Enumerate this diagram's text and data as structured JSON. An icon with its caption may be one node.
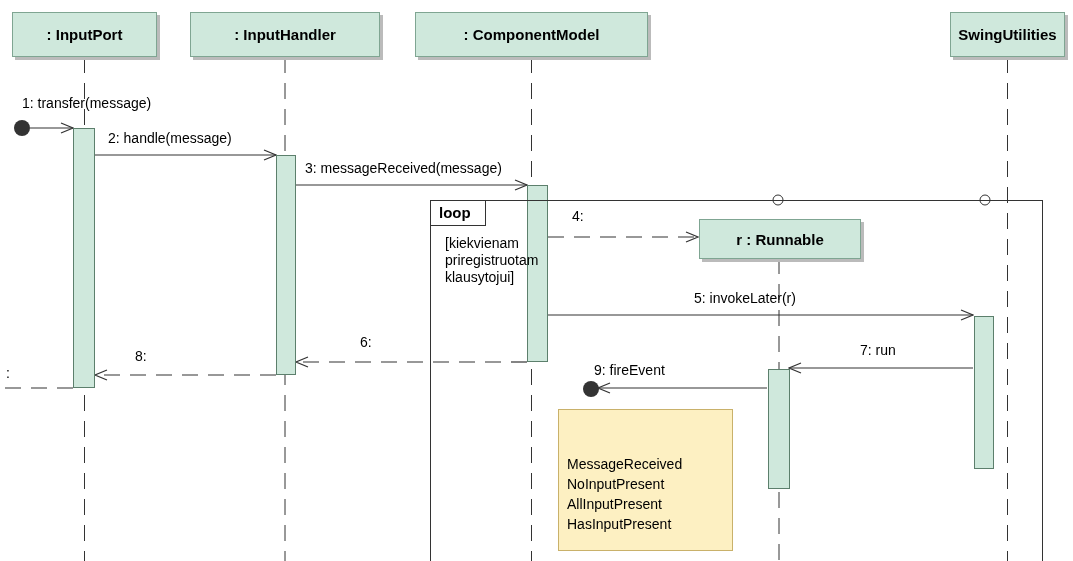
{
  "diagram": {
    "nodes": [
      {
        "text": [
          ": InputPort"
        ]
      },
      {
        "text": [
          ": InputHandler"
        ]
      },
      {
        "text": [
          ": ComponentModel"
        ]
      },
      {
        "text": [
          "SwingUtilities"
        ]
      },
      {
        "text": [
          "loop",
          "[kiekvienam priregistruotam klausytojui]"
        ]
      },
      {
        "text": [
          "r : Runnable"
        ],
        "in": 4
      },
      {
        "text": [],
        "shape": "circle"
      },
      {
        "text": [],
        "shape": "bar"
      },
      {
        "text": [],
        "shape": "bar"
      },
      {
        "text": [],
        "shape": "bar"
      },
      {
        "text": [],
        "shape": "bar",
        "in": 4
      },
      {
        "text": [],
        "shape": "bar",
        "in": 4
      },
      {
        "text": [],
        "shape": "circle",
        "in": 4
      },
      {
        "text": [
          "MessageReceived",
          "NoInputPresent",
          "AllInputPresent",
          "HasInputPresent"
        ],
        "in": 4
      }
    ],
    "edges": [
      {
        "from": 6,
        "to": 7,
        "arrow": "to",
        "label": "1: transfer(message)"
      },
      {
        "from": 7,
        "to": 8,
        "arrow": "to",
        "label": "2: handle(message)"
      },
      {
        "from": 8,
        "to": 9,
        "arrow": "to",
        "label": "3: messageReceived(message)"
      },
      {
        "from": 9,
        "to": 5,
        "arrow": "to",
        "label": "4:",
        "style": "dashed"
      },
      {
        "from": 9,
        "to": 11,
        "arrow": "to",
        "label": "5: invokeLater(r)"
      },
      {
        "from": 9,
        "to": 8,
        "arrow": "to",
        "label": "6:",
        "style": "dashed"
      },
      {
        "from": 11,
        "to": 10,
        "arrow": "to",
        "label": "7: run"
      },
      {
        "from": 10,
        "to": 12,
        "arrow": "to",
        "label": "9: fireEvent"
      },
      {
        "from": 8,
        "to": 7,
        "arrow": "to",
        "label": "8:",
        "style": "dashed"
      },
      {
        "from": 7,
        "to": null,
        "arrow": "none",
        "label": ":",
        "style": "dashed"
      }
    ]
  }
}
